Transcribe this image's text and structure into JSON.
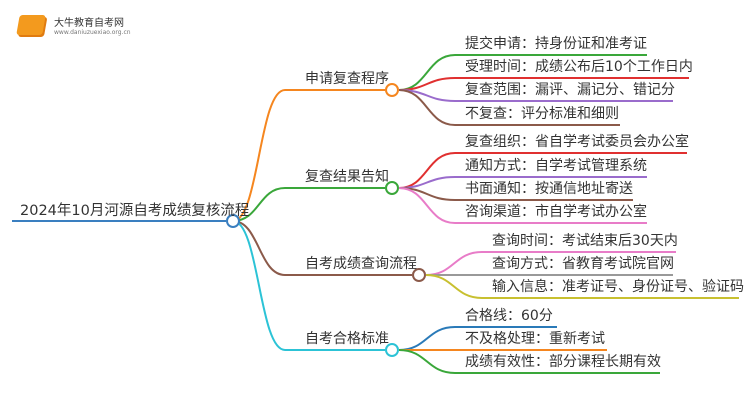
{
  "logo": {
    "name": "大牛教育自考网",
    "url": "www.daniuzuexiao.org.cn"
  },
  "root": {
    "label": "2024年10月河源自考成绩复核流程",
    "color": "#3a7fc0"
  },
  "branches": [
    {
      "label": "申请复查程序",
      "color": "#f5861f",
      "children": [
        {
          "label": "提交申请：持身份证和准考证",
          "color": "#3aa73a"
        },
        {
          "label": "受理时间：成绩公布后10个工作日内",
          "color": "#e03030"
        },
        {
          "label": "复查范围：漏评、漏记分、错记分",
          "color": "#9a6ccc"
        },
        {
          "label": "不复查：评分标准和细则",
          "color": "#8b5a4a"
        }
      ]
    },
    {
      "label": "复查结果告知",
      "color": "#3aa73a",
      "children": [
        {
          "label": "复查组织：省自学考试委员会办公室",
          "color": "#e03030"
        },
        {
          "label": "通知方式：自学考试管理系统",
          "color": "#9a6ccc"
        },
        {
          "label": "书面通知：按通信地址寄送",
          "color": "#8b5a4a"
        },
        {
          "label": "咨询渠道：市自学考试办公室",
          "color": "#e87cc8"
        }
      ]
    },
    {
      "label": "自考成绩查询流程",
      "color": "#8b5a4a",
      "children": [
        {
          "label": "查询时间：考试结束后30天内",
          "color": "#e87cc8"
        },
        {
          "label": "查询方式：省教育考试院官网",
          "color": "#999999"
        },
        {
          "label": "输入信息：准考证号、身份证号、验证码",
          "color": "#c8c030"
        }
      ]
    },
    {
      "label": "自考合格标准",
      "color": "#2cc3d6",
      "children": [
        {
          "label": "合格线：60分",
          "color": "#2a7ab8"
        },
        {
          "label": "不及格处理：重新考试",
          "color": "#f5861f"
        },
        {
          "label": "成绩有效性：部分课程长期有效",
          "color": "#3aa73a"
        }
      ]
    }
  ]
}
